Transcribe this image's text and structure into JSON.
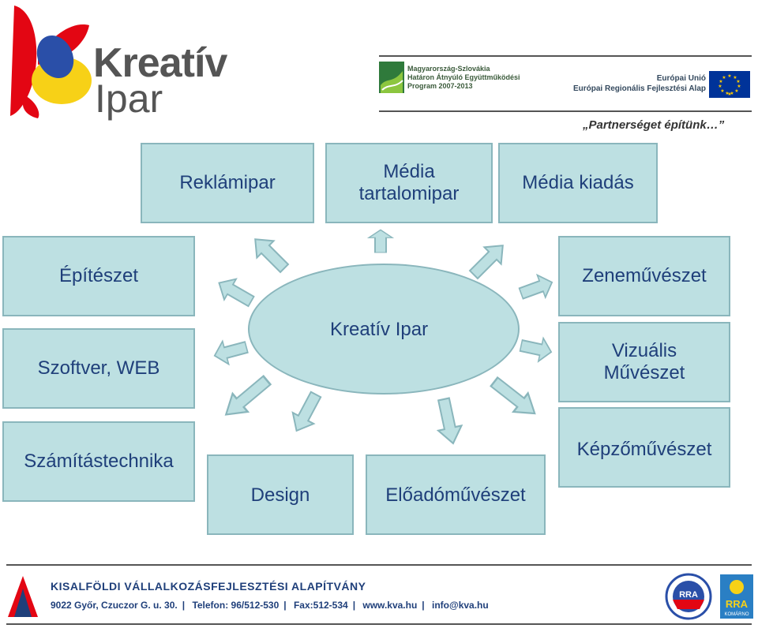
{
  "header": {
    "logo_word": "Kreatív",
    "logo_sub": "Ipar",
    "partner_lines": [
      "Magyarország-Szlovákia",
      "Határon Átnyúló Együttműködési",
      "Program 2007-2013"
    ],
    "eu_lines": [
      "Európai Unió",
      "Európai Regionális Fejlesztési Alap"
    ],
    "slogan": "„Partnerséget építünk…”"
  },
  "diagram": {
    "center": "Kreatív Ipar",
    "boxes": {
      "reklamipar": "Reklámipar",
      "media_tartalom_1": "Média",
      "media_tartalom_2": "tartalomipar",
      "media_kiadas": "Média kiadás",
      "epiteszet": "Építészet",
      "zenemuveszet": "Zeneművészet",
      "szoftver": "Szoftver, WEB",
      "vizualis_1": "Vizuális",
      "vizualis_2": "Művészet",
      "szamitastechnika": "Számítástechnika",
      "design": "Design",
      "eloadomuveszet": "Előadóművészet",
      "kepzomuveszet": "Képzőművészet"
    },
    "colors": {
      "fill": "#bde0e2",
      "stroke": "#8ab6bc",
      "text": "#1f3f7a"
    }
  },
  "footer": {
    "title": "KISALFÖLDI VÁLLALKOZÁSFEJLESZTÉSI ALAPÍTVÁNY",
    "address": "9022 Győr, Czuczor G. u. 30.",
    "phone": "Telefon: 96/512-530",
    "fax": "Fax:512-534",
    "web": "www.kva.hu",
    "email": "info@kva.hu",
    "rra_label": "RRA",
    "rra_komarno_top": "RRA",
    "rra_komarno_bottom": "KOMÁRNO"
  }
}
